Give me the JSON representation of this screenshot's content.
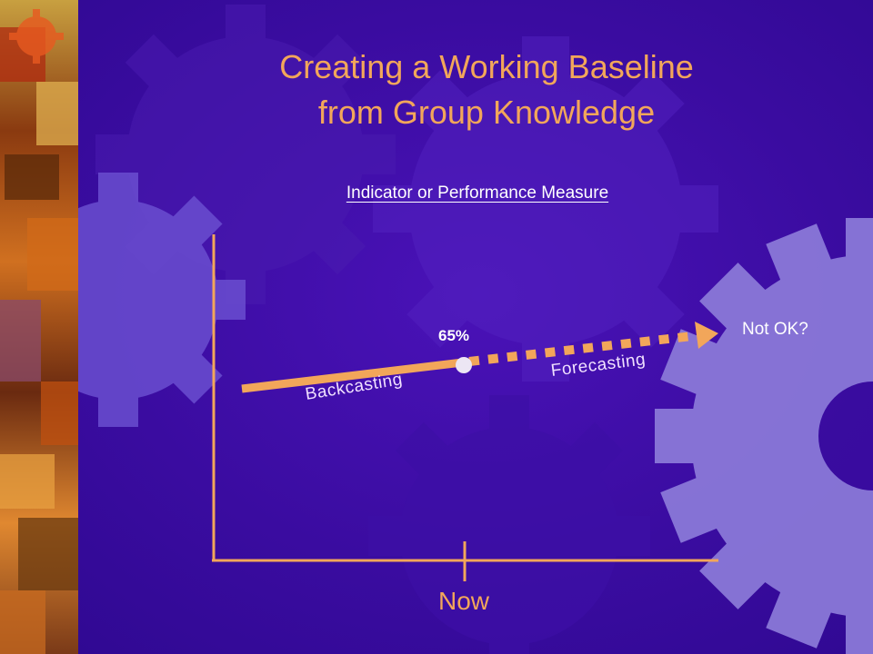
{
  "slide": {
    "title_line1": "Creating a Working Baseline",
    "title_line2": "from Group Knowledge",
    "subtitle": "Indicator or Performance Measure",
    "colors": {
      "accent": "#f2a65a",
      "background": "#3a0ca0",
      "text": "#ffffff"
    }
  },
  "diagram": {
    "current_value_label": "65%",
    "backcasting_label": "Backcasting",
    "forecasting_label": "Forecasting",
    "outcome_label": "Not OK?",
    "x_axis_marker_label": "Now"
  }
}
